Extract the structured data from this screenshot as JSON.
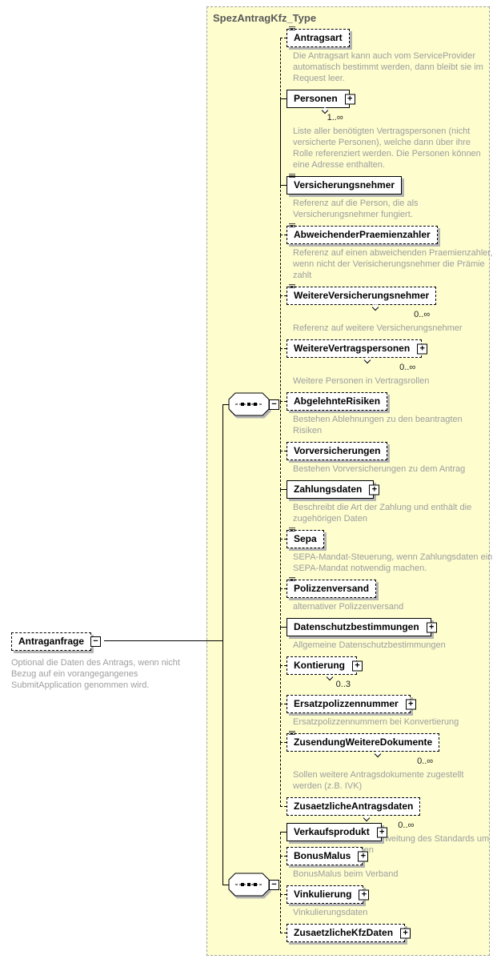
{
  "diagram": {
    "type_label": "SpezAntragKfz_Type",
    "root": {
      "name": "Antraganfrage",
      "description": "Optional die Daten des Antrags, wenn nicht Bezug auf ein vorangegangenes SubmitApplication genommen wird."
    },
    "icons": {
      "expand": "+",
      "collapse": "−",
      "sequence": "dotted-sequence",
      "simple_content": "≡"
    },
    "colors": {
      "container_fill": "#fdfdce",
      "container_border": "#a0a0a0",
      "description_text": "#9e9e9e",
      "shadow": "#b5b5b5",
      "line": "#000000",
      "element_fill": "#ffffff"
    },
    "groups": [
      {
        "compositor": "sequence",
        "children": [
          {
            "name": "Antragsart",
            "optional": true,
            "multi": false,
            "expandable": false,
            "simple_content": true,
            "cardinality": "",
            "description": "Die Antragsart kann auch vom ServiceProvider automatisch bestimmt werden, dann bleibt sie im Request leer."
          },
          {
            "name": "Personen",
            "optional": false,
            "multi": true,
            "expandable": true,
            "simple_content": false,
            "cardinality": "1..∞",
            "description": "Liste aller benötigten Vertragspersonen (nicht versicherte Personen), welche dann über ihre Rolle referenziert werden. Die Personen können eine Adresse enthalten."
          },
          {
            "name": "Versicherungsnehmer",
            "optional": false,
            "multi": false,
            "expandable": false,
            "simple_content": true,
            "cardinality": "",
            "description": "Referenz auf die Person, die als Versicherungsnehmer fungiert."
          },
          {
            "name": "AbweichenderPraemienzahler",
            "optional": true,
            "multi": false,
            "expandable": false,
            "simple_content": true,
            "cardinality": "",
            "description": "Referenz auf einen abweichenden Praemienzahler, wenn nicht der Verisicherungsnehmer die Prämie zahlt"
          },
          {
            "name": "WeitereVersicherungsnehmer",
            "optional": true,
            "multi": true,
            "expandable": false,
            "simple_content": true,
            "cardinality": "0..∞",
            "description": "Referenz auf weitere Versicherungsnehmer"
          },
          {
            "name": "WeitereVertragspersonen",
            "optional": true,
            "multi": true,
            "expandable": true,
            "simple_content": false,
            "cardinality": "0..∞",
            "description": "Weitere Personen in Vertragsrollen"
          },
          {
            "name": "AbgelehnteRisiken",
            "optional": true,
            "multi": false,
            "expandable": false,
            "simple_content": false,
            "cardinality": "",
            "description": "Bestehen Ablehnungen zu den beantragten Risiken"
          },
          {
            "name": "Vorversicherungen",
            "optional": true,
            "multi": false,
            "expandable": false,
            "simple_content": false,
            "cardinality": "",
            "description": "Bestehen Vorversicherungen zu dem Antrag"
          },
          {
            "name": "Zahlungsdaten",
            "optional": false,
            "multi": false,
            "expandable": true,
            "simple_content": false,
            "cardinality": "",
            "description": "Beschreibt die Art der Zahlung und enthält die zugehörigen Daten"
          },
          {
            "name": "Sepa",
            "optional": true,
            "multi": false,
            "expandable": false,
            "simple_content": true,
            "cardinality": "",
            "description": "SEPA-Mandat-Steuerung, wenn Zahlungsdaten ein SEPA-Mandat notwendig machen."
          },
          {
            "name": "Polizzenversand",
            "optional": true,
            "multi": false,
            "expandable": false,
            "simple_content": true,
            "cardinality": "",
            "description": "alternativer Polizzenversand"
          },
          {
            "name": "Datenschutzbestimmungen",
            "optional": false,
            "multi": false,
            "expandable": true,
            "simple_content": false,
            "cardinality": "",
            "description": "Allgemeine Datenschutzbestimmungen"
          },
          {
            "name": "Kontierung",
            "optional": true,
            "multi": true,
            "expandable": true,
            "simple_content": false,
            "cardinality": "0..3",
            "description": ""
          },
          {
            "name": "Ersatzpolizzennummer",
            "optional": true,
            "multi": false,
            "expandable": true,
            "simple_content": false,
            "cardinality": "",
            "description": "Ersatzpolizzennummern bei Konvertierung"
          },
          {
            "name": "ZusendungWeitereDokumente",
            "optional": true,
            "multi": true,
            "expandable": false,
            "simple_content": true,
            "cardinality": "0..∞",
            "description": "Sollen weitere Antragsdokumente zugestellt werden (z.B. IVK)"
          },
          {
            "name": "ZusaetzlicheAntragsdaten",
            "optional": true,
            "multi": true,
            "expandable": false,
            "simple_content": false,
            "cardinality": "0..∞",
            "description": "Moeglichkeit fuer die Erweitung des Standards um eigene Antragsdaten"
          }
        ]
      },
      {
        "compositor": "sequence",
        "children": [
          {
            "name": "Verkaufsprodukt",
            "optional": false,
            "multi": false,
            "expandable": true,
            "simple_content": false,
            "cardinality": "",
            "description": ""
          },
          {
            "name": "BonusMalus",
            "optional": true,
            "multi": false,
            "expandable": true,
            "simple_content": false,
            "cardinality": "",
            "description": "BonusMalus beim Verband"
          },
          {
            "name": "Vinkulierung",
            "optional": true,
            "multi": false,
            "expandable": true,
            "simple_content": false,
            "cardinality": "",
            "description": "Vinkulierungsdaten"
          },
          {
            "name": "ZusaetzlicheKfzDaten",
            "optional": true,
            "multi": false,
            "expandable": true,
            "simple_content": false,
            "cardinality": "",
            "description": ""
          }
        ]
      }
    ]
  }
}
